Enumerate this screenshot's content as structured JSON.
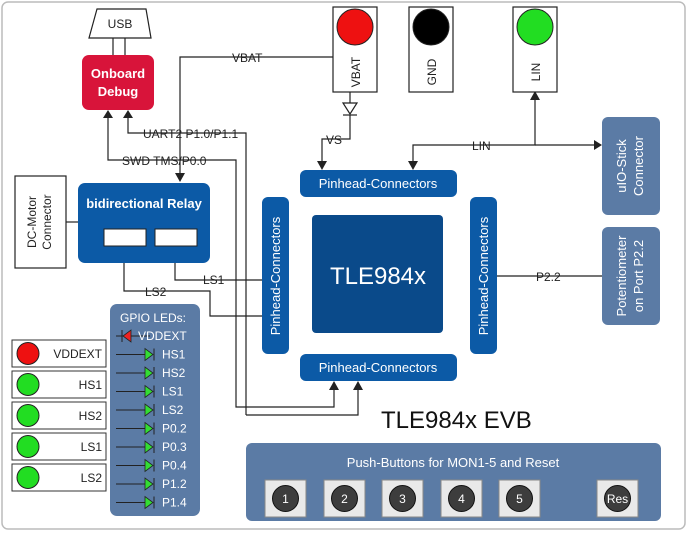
{
  "title": "TLE984x EVB",
  "chip": "TLE984x",
  "usb": "USB",
  "onboard_debug": [
    "Onboard",
    "Debug"
  ],
  "relay": "bidirectional Relay",
  "dc_motor": [
    "DC-Motor",
    "Connector"
  ],
  "pinhead": "Pinhead-Connectors",
  "uio_stick": [
    "uIO-Stick",
    "Connector"
  ],
  "potentiometer": [
    "Potentiometer",
    "on Port P2.2"
  ],
  "signals": {
    "vbat_wire": "VBAT",
    "uart": "UART2 P1.0/P1.1",
    "swd": "SWD TMS/P0.0",
    "vs": "VS",
    "lin": "LIN",
    "ls1": "LS1",
    "ls2": "LS2",
    "p22": "P2.2"
  },
  "top_connectors": [
    {
      "label": "VBAT",
      "color": "#ee1111"
    },
    {
      "label": "GND",
      "color": "#000000"
    },
    {
      "label": "LIN",
      "color": "#22dd22"
    }
  ],
  "gpio": {
    "title": "GPIO LEDs:",
    "leds": [
      "VDDEXT",
      "HS1",
      "HS2",
      "LS1",
      "LS2",
      "P0.2",
      "P0.3",
      "P0.4",
      "P1.2",
      "P1.4"
    ]
  },
  "led_indicators": [
    {
      "label": "VDDEXT",
      "color": "#ee1111"
    },
    {
      "label": "HS1",
      "color": "#22dd22"
    },
    {
      "label": "HS2",
      "color": "#22dd22"
    },
    {
      "label": "LS1",
      "color": "#22dd22"
    },
    {
      "label": "LS2",
      "color": "#22dd22"
    }
  ],
  "push_buttons": {
    "title": "Push-Buttons for MON1-5 and Reset",
    "buttons": [
      "1",
      "2",
      "3",
      "4",
      "5",
      "Res"
    ]
  },
  "colors": {
    "dark_blue": "#0a4a8a",
    "mid_blue": "#0c5aa6",
    "slate": "#5b7ba5",
    "debug_red": "#d8143a"
  }
}
